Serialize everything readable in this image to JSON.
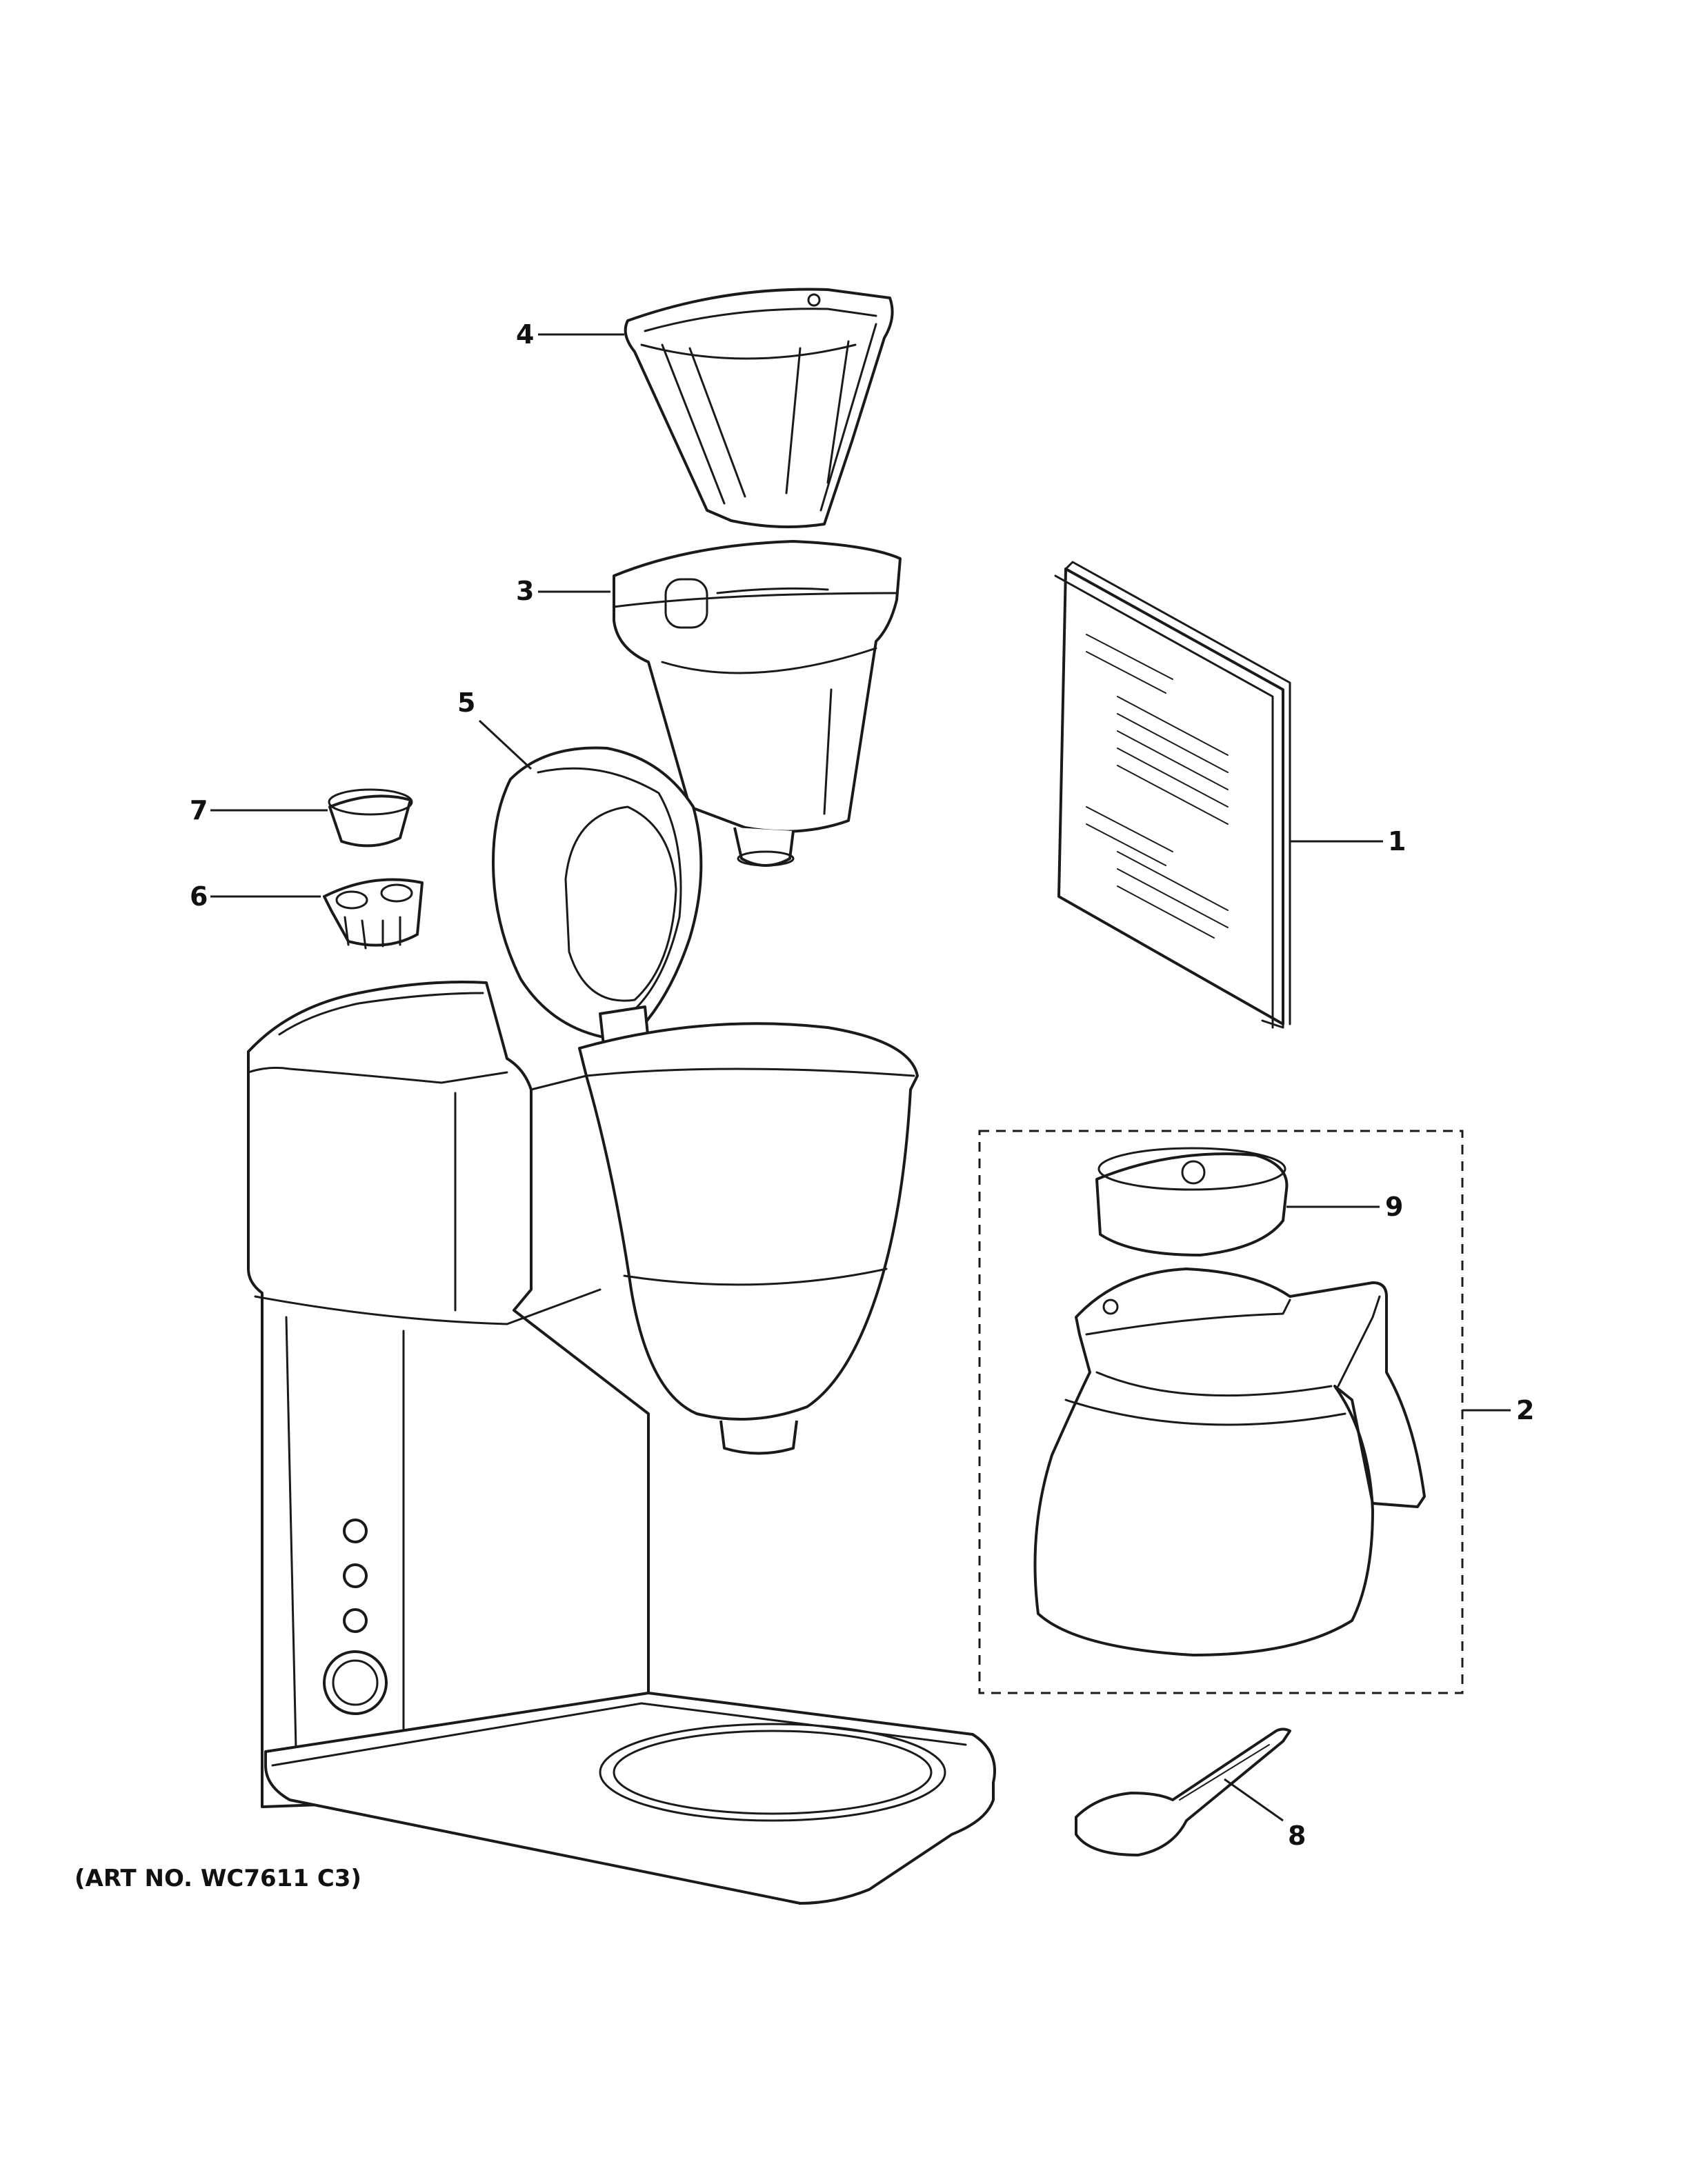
{
  "callouts": {
    "c1": "1",
    "c2": "2",
    "c3": "3",
    "c4": "4",
    "c5": "5",
    "c6": "6",
    "c7": "7",
    "c8": "8",
    "c9": "9"
  },
  "art_number": "(ART NO. WC7611 C3)",
  "colors": {
    "line": "#1a1a1a",
    "background": "#ffffff"
  }
}
